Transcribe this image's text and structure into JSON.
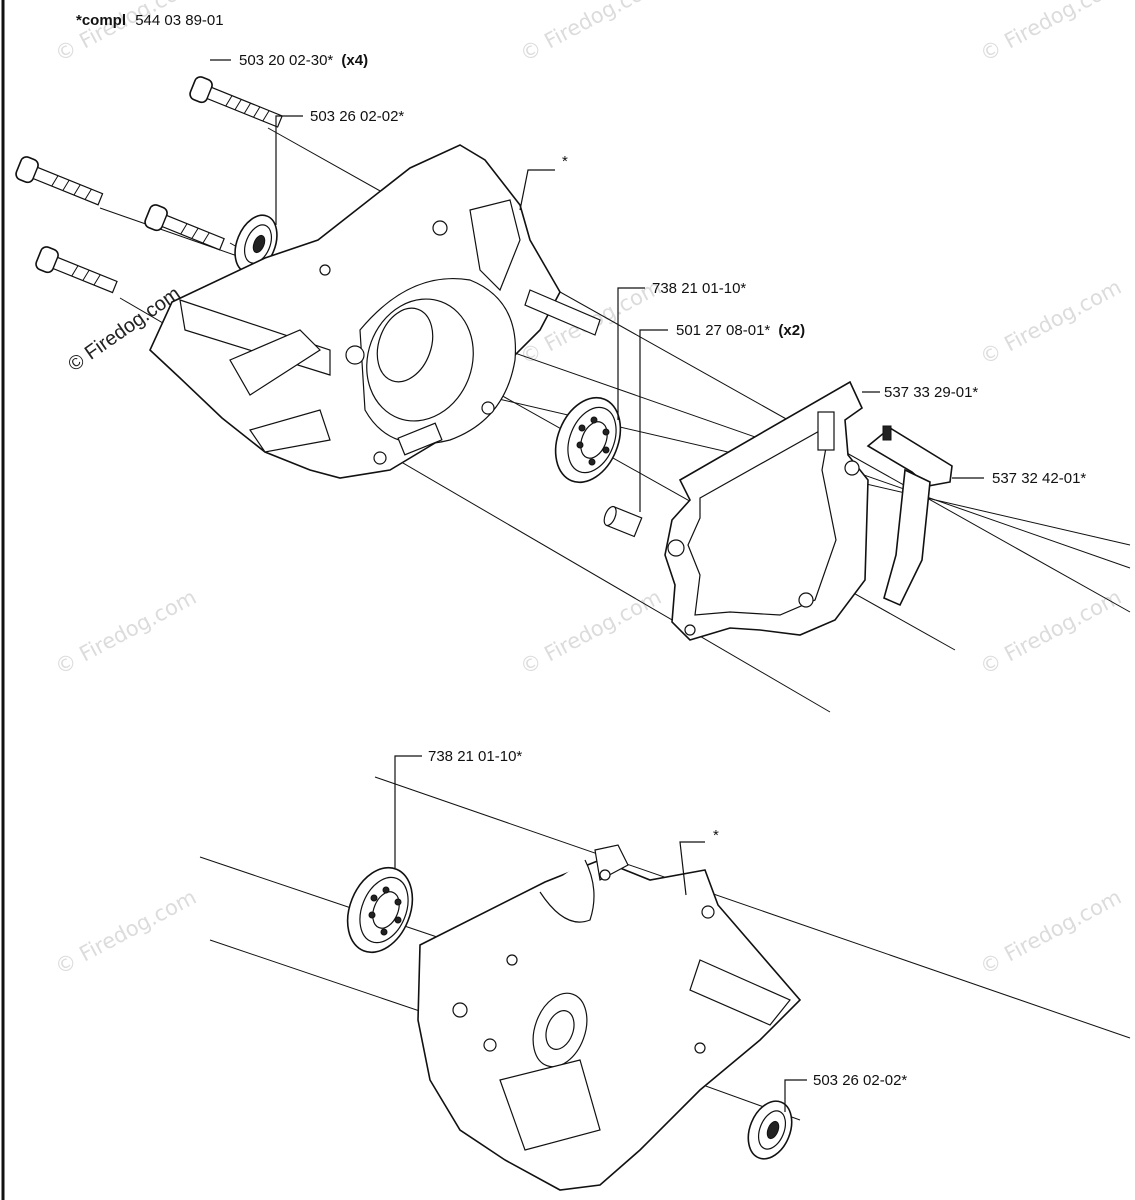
{
  "header": {
    "compl_prefix": "*compl",
    "compl_number": "544 03 89-01"
  },
  "watermark": {
    "text": "© Firedog.com"
  },
  "callouts": [
    {
      "id": "screw",
      "number": "503 20 02-30*",
      "qty": "(x4)"
    },
    {
      "id": "seal-top",
      "number": "503 26 02-02*",
      "qty": ""
    },
    {
      "id": "crankcase-top",
      "number": "*",
      "qty": ""
    },
    {
      "id": "bearing-top",
      "number": "738 21 01-10*",
      "qty": ""
    },
    {
      "id": "sleeve",
      "number": "501 27 08-01*",
      "qty": "(x2)"
    },
    {
      "id": "gasket",
      "number": "537 33 29-01*",
      "qty": ""
    },
    {
      "id": "lever",
      "number": "537 32 42-01*",
      "qty": ""
    },
    {
      "id": "bearing-bottom",
      "number": "738 21 01-10*",
      "qty": ""
    },
    {
      "id": "crankcase-bottom",
      "number": "*",
      "qty": ""
    },
    {
      "id": "seal-bottom",
      "number": "503 26 02-02*",
      "qty": ""
    }
  ]
}
